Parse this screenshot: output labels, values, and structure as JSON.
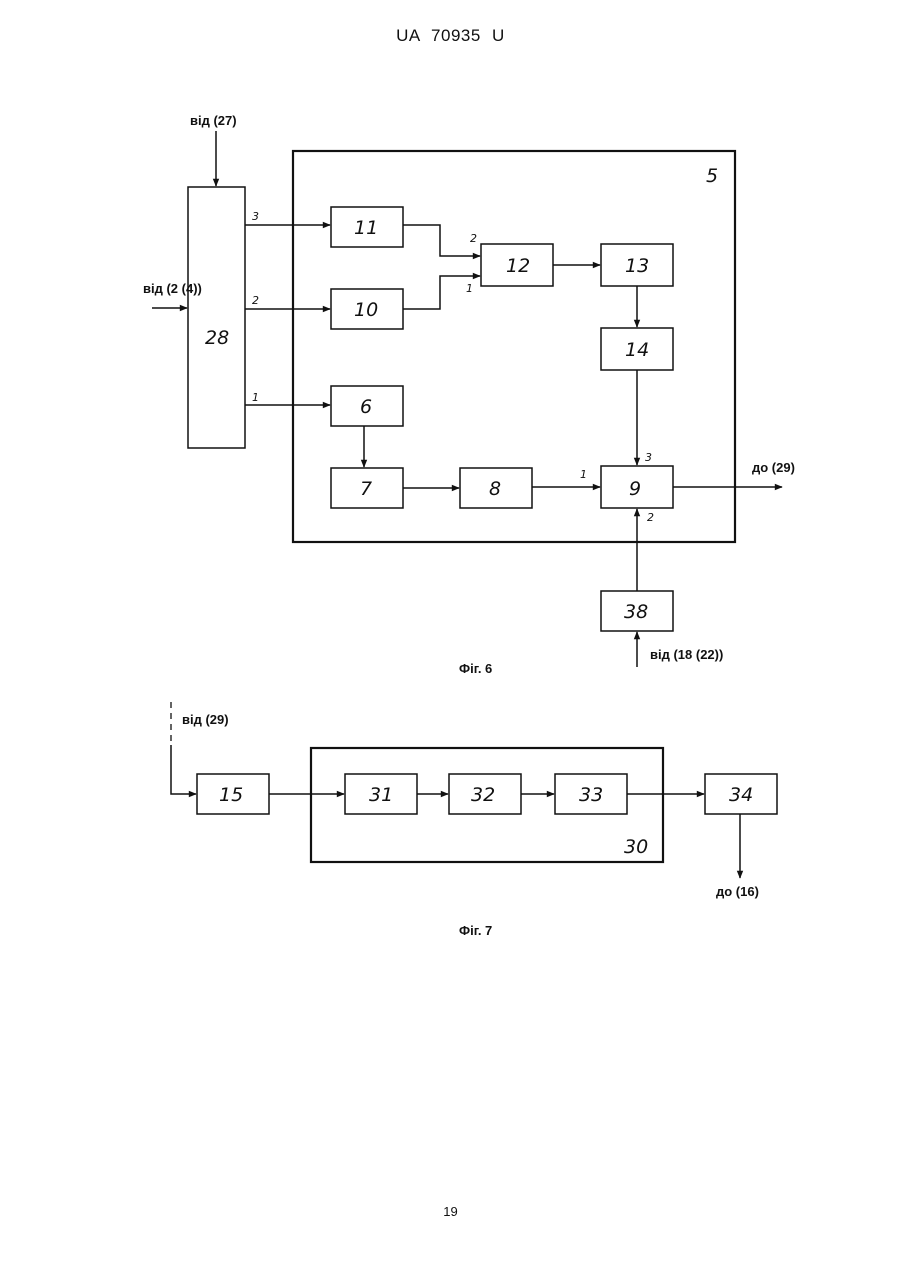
{
  "header": {
    "patent_number": "UA   70935   U"
  },
  "page_number": "19",
  "fig6": {
    "caption": "Фіг. 6",
    "frame_label": "5",
    "blocks": {
      "b28": "28",
      "b11": "11",
      "b10": "10",
      "b6": "6",
      "b12": "12",
      "b13": "13",
      "b14": "14",
      "b7": "7",
      "b8": "8",
      "b9": "9",
      "b38": "38"
    },
    "ports": {
      "p28_3": "3",
      "p28_2": "2",
      "p28_1": "1",
      "p12_2": "2",
      "p12_1": "1",
      "p9_1": "1",
      "p9_3": "3",
      "p9_2": "2"
    },
    "signals": {
      "from_27": "від (27)",
      "from_2_4": "від (2 (4))",
      "to_29": "до (29)",
      "from_18_22": "від (18 (22))"
    }
  },
  "fig7": {
    "caption": "Фіг. 7",
    "frame_label": "30",
    "blocks": {
      "b15": "15",
      "b31": "31",
      "b32": "32",
      "b33": "33",
      "b34": "34"
    },
    "signals": {
      "from_29": "від (29)",
      "to_16": "до (16)"
    }
  }
}
